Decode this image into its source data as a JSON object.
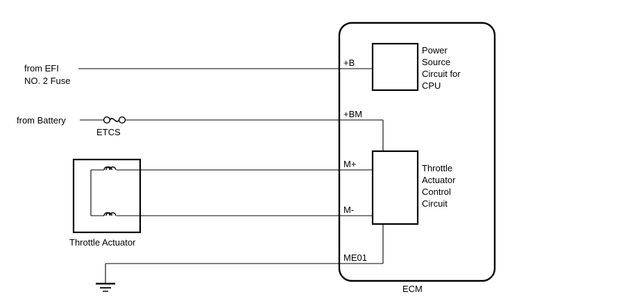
{
  "diagram": {
    "title": "Throttle Actuator / ECM wiring diagram",
    "line_color": "#000000",
    "background": "#ffffff"
  },
  "sources": {
    "efi_fuse": "from EFI\nNO. 2 Fuse",
    "efi_fuse_line1": "from EFI",
    "efi_fuse_line2": "NO. 2 Fuse",
    "battery": "from Battery",
    "etcs_fuse": "ETCS"
  },
  "components": {
    "throttle_actuator": "Throttle Actuator",
    "ecm": "ECM",
    "power_source_circuit": "Power\nSource\nCircuit for\nCPU",
    "power_source_circuit_lines": [
      "Power",
      "Source",
      "Circuit for",
      "CPU"
    ],
    "throttle_actuator_control_circuit": "Throttle\nActuator\nControl\nCircuit",
    "throttle_actuator_control_circuit_lines": [
      "Throttle",
      "Actuator",
      "Control",
      "Circuit"
    ]
  },
  "terminals": [
    {
      "id": "plus-b",
      "label": "+B"
    },
    {
      "id": "plus-bm",
      "label": "+BM"
    },
    {
      "id": "m-plus",
      "label": "M+"
    },
    {
      "id": "m-minus",
      "label": "M-"
    },
    {
      "id": "me01",
      "label": "ME01"
    }
  ],
  "terminal_labels": {
    "plus_b": "+B",
    "plus_bm": "+BM",
    "m_plus": "M+",
    "m_minus": "M-",
    "me01": "ME01"
  },
  "symbols": {
    "ground": "ground-symbol",
    "fuse": "fuse-symbol",
    "coil": "inductor-coil-symbol"
  }
}
